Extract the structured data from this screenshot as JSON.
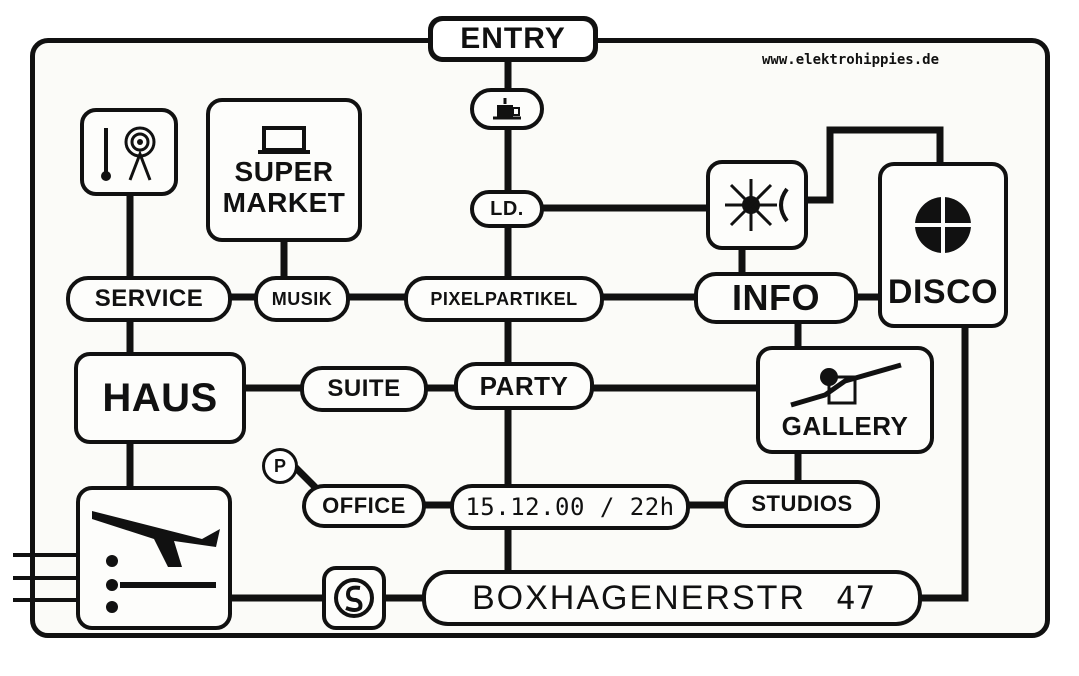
{
  "entry": "ENTRY",
  "url": "www.elektrohippies.de",
  "stations": {
    "supermarket_line1": "SUPER",
    "supermarket_line2": "MARKET",
    "ld": "LD.",
    "service": "SERVICE",
    "musik": "MUSIK",
    "pixelpartikel": "PIXELPARTIKEL",
    "info": "INFO",
    "disco": "DISCO",
    "haus": "HAUS",
    "suite": "SUITE",
    "party": "PARTY",
    "gallery": "GALLERY",
    "parking": "P",
    "office": "OFFICE",
    "date": "15.12.00 / 22h",
    "studios": "STUDIOS",
    "street": "BOXHAGENERSTR",
    "number": "47"
  },
  "icons": [
    "tower-icon",
    "screen-icon",
    "coffee-icon",
    "flash-icon",
    "disc-icon",
    "graph-icon",
    "plane-icon",
    "s-bahn-icon"
  ]
}
